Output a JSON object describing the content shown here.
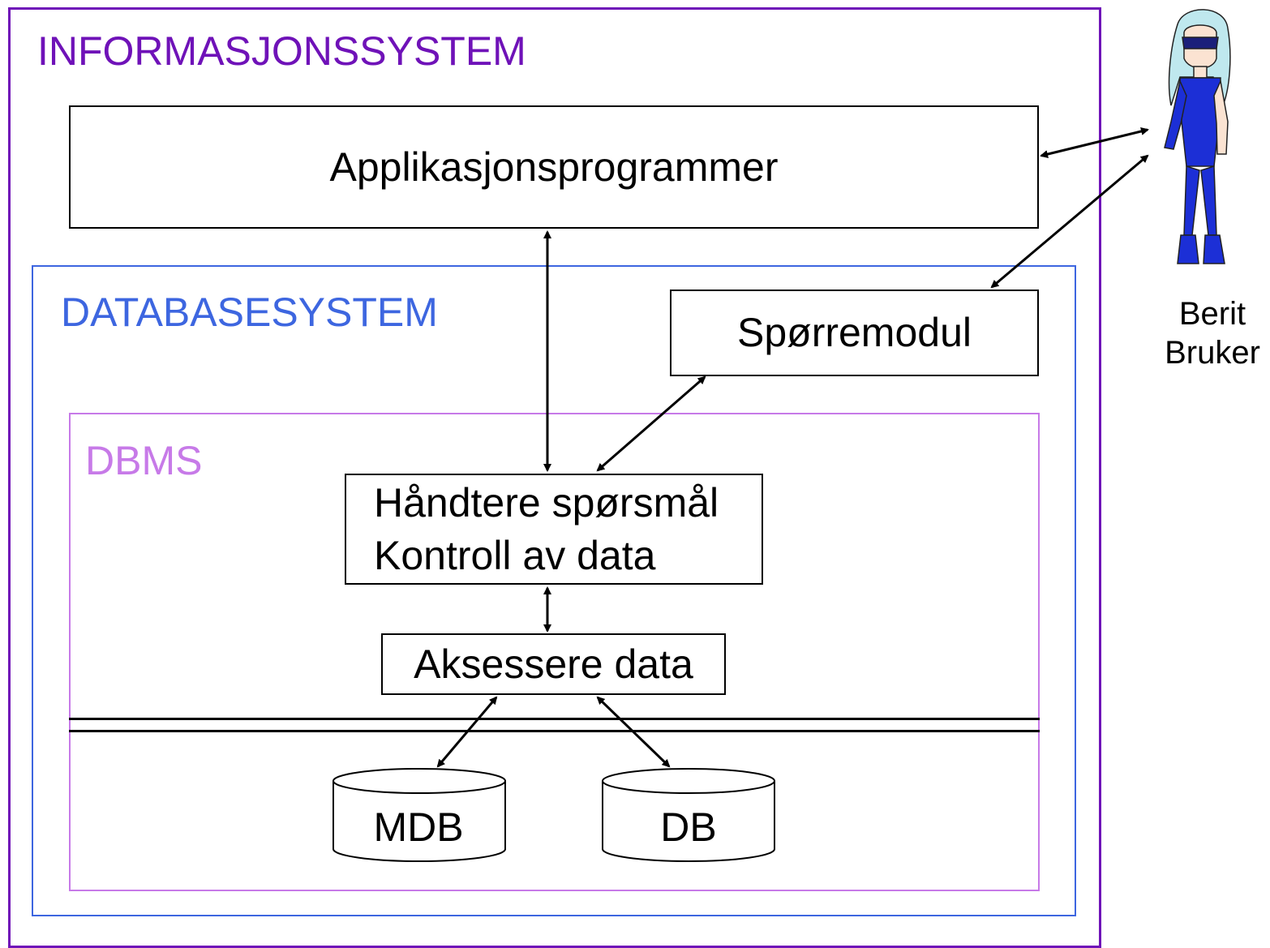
{
  "frames": {
    "informasjonssystem": "INFORMASJONSSYSTEM",
    "databasesystem": "DATABASESYSTEM",
    "dbms": "DBMS"
  },
  "components": {
    "applikasjonsprogrammer": "Applikasjonsprogrammer",
    "sporremodul": "Spørremodul",
    "handtere_sporsmal": "Håndtere spørsmål",
    "kontroll_av_data": "Kontroll av data",
    "aksessere_data": "Aksessere data"
  },
  "storage": {
    "mdb": "MDB",
    "db": "DB"
  },
  "user": {
    "first_name": "Berit",
    "last_name": "Bruker"
  },
  "colors": {
    "informasjonssystem": "#6f12b8",
    "databasesystem": "#3d66e0",
    "dbms": "#c77ae8",
    "user_suit": "#1c2fd6",
    "user_hair": "#bfe8ee"
  }
}
